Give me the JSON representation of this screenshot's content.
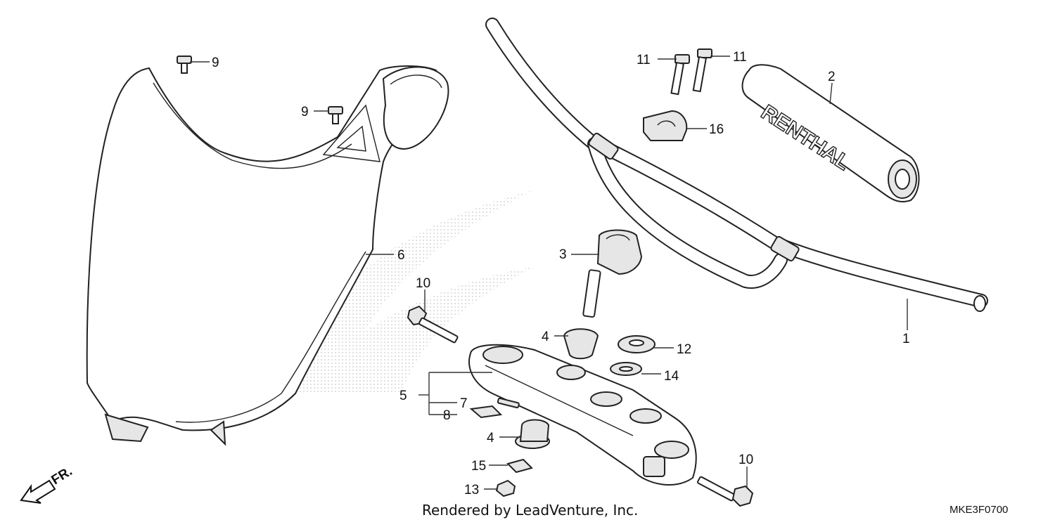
{
  "callouts": {
    "c1": "1",
    "c2": "2",
    "c3": "3",
    "c4a": "4",
    "c4b": "4",
    "c5": "5",
    "c6": "6",
    "c7": "7",
    "c8": "8",
    "c9a": "9",
    "c9b": "9",
    "c10a": "10",
    "c10b": "10",
    "c11a": "11",
    "c11b": "11",
    "c12": "12",
    "c13": "13",
    "c14": "14",
    "c15": "15",
    "c16": "16"
  },
  "grip_brand": "RENTHAL",
  "front_arrow": "FR.",
  "credit": "Rendered by LeadVenture, Inc.",
  "diagram_code": "MKE3F0700"
}
